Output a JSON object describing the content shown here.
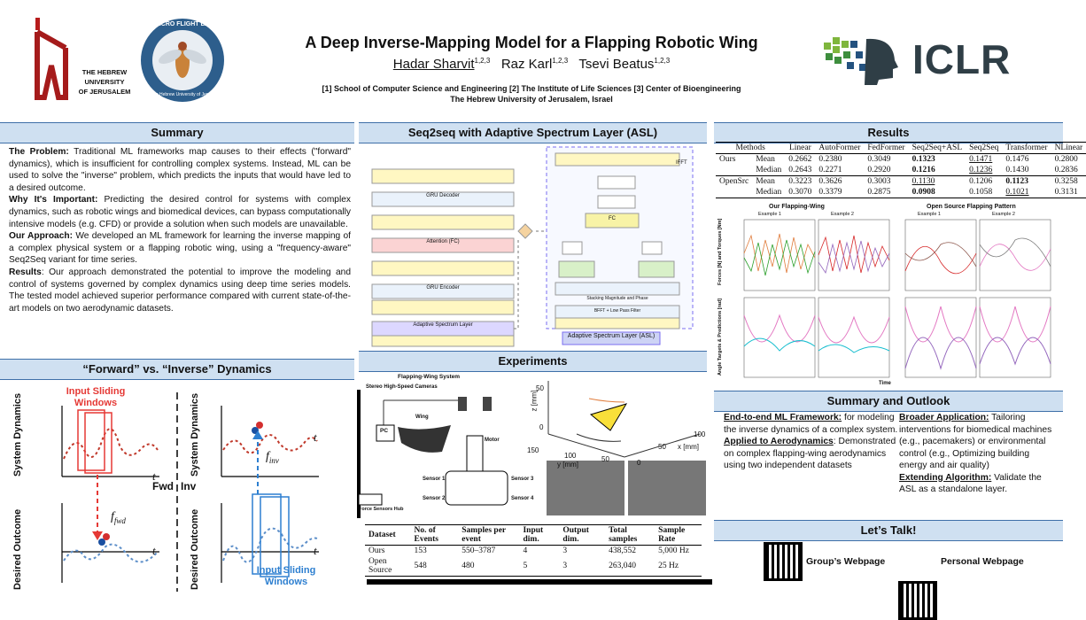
{
  "header": {
    "title": "A Deep Inverse-Mapping Model for a Flapping Robotic Wing",
    "author1": "Hadar Sharvit",
    "author1_sup": "1,2,3",
    "author2": "Raz Karl",
    "author2_sup": "1,2,3",
    "author3": "Tsevi Beatus",
    "author3_sup": "1,2,3",
    "affiliations": "[1] School of Computer Science and Engineering [2] The Institute of Life Sciences [3] Center of Bioengineering",
    "university": "The Hebrew University of Jerusalem, Israel",
    "huji_lines": [
      "THE HEBREW",
      "UNIVERSITY",
      "OF JERUSALEM"
    ],
    "mfl_text": "MICRO FLIGHT LAB",
    "mfl_sub": "The Hebrew University of Jerusalem",
    "iclr": "ICLR"
  },
  "summary": {
    "heading": "Summary",
    "p1_label": "The Problem:",
    "p1_text": " Traditional ML frameworks map causes to their effects (\"forward\" dynamics), which is insufficient for controlling complex systems. Instead, ML can be used to solve the \"inverse\" problem, which predicts the inputs that would have led to a desired outcome.",
    "p2_label": "Why It's Important:",
    "p2_text": " Predicting the desired control for systems with complex dynamics, such as robotic wings and biomedical devices, can bypass computationally intensive models (e.g. CFD) or provide a solution when such models are unavailable.",
    "p3_label": "Our Approach:",
    "p3_text": " We developed an ML framework for learning the inverse mapping of a complex physical system or a flapping robotic wing, using a \"frequency-aware\" Seq2Seq variant for time series.",
    "p4_label": "Results",
    "p4_text": ": Our approach demonstrated the potential to improve the modeling and control of systems governed by complex dynamics using deep time series models. The tested model achieved superior performance compared with current state-of-the-art models on two aerodynamic datasets."
  },
  "fwd": {
    "heading": "“Forward” vs. “Inverse” Dynamics",
    "in_win_1": "Input Sliding",
    "in_win_2": "Windows",
    "ylab_top": "System Dynamics",
    "ylab_bot": "Desired Outcome",
    "f_fwd": "f",
    "f_fwd_sub": "fwd",
    "f_inv": "f",
    "f_inv_sub": "inv",
    "t": "t",
    "fwd": "Fwd",
    "inv": "Inv"
  },
  "arch": {
    "heading": "Seq2seq with Adaptive Spectrum Layer (ASL)",
    "gru_dec": "GRU Decoder",
    "attn": "Attention (FC)",
    "gru_enc": "GRU Encoder",
    "asl": "Adaptive Spectrum Layer",
    "asl_caption": "Adaptive Spectrum Layer (ASL)",
    "fc": "FC",
    "stack": "Stacking Magnitude and Phase",
    "ifft": "IFFT",
    "bfft": "BFFT + Low Pass Filter"
  },
  "experiments": {
    "heading": "Experiments",
    "system": "Flapping-Wing System",
    "cameras": "Stereo High-Speed Cameras",
    "wing": "Wing",
    "pc": "PC",
    "motor": "Motor",
    "s1": "Sensor 1",
    "s2": "Sensor 2",
    "s3": "Sensor 3",
    "s4": "Sensor 4",
    "hub": "Force Sensors Hub",
    "z_label": "z [mm]",
    "y_label": "y [mm]",
    "x_label": "x [mm]",
    "z_ticks": [
      "50",
      "0"
    ],
    "y_ticks": [
      "150",
      "100",
      "50",
      "0"
    ],
    "x_ticks": [
      "100",
      "50"
    ],
    "table": {
      "headers": [
        "Dataset",
        "No. of Events",
        "Samples per event",
        "Input dim.",
        "Output dim.",
        "Total samples",
        "Sample Rate"
      ],
      "rows": [
        [
          "Ours",
          "153",
          "550–3787",
          "4",
          "3",
          "438,552",
          "5,000 Hz"
        ],
        [
          "Open Source",
          "548",
          "480",
          "5",
          "3",
          "263,040",
          "25 Hz"
        ]
      ]
    }
  },
  "results": {
    "heading": "Results",
    "headers": [
      "Methods",
      "Linear",
      "AutoFormer",
      "FedFormer",
      "Seq2Seq+ASL",
      "Seq2Seq",
      "Transformer",
      "NLinear"
    ],
    "rows": [
      [
        "Ours",
        "Mean",
        "0.2662",
        "0.2380",
        "0.3049",
        "0.1323",
        "0.1471",
        "0.1476",
        "0.2800"
      ],
      [
        "",
        "Median",
        "0.2643",
        "0.2271",
        "0.2920",
        "0.1216",
        "0.1236",
        "0.1430",
        "0.2836"
      ],
      [
        "OpenSrc",
        "Mean",
        "0.3223",
        "0.3626",
        "0.3003",
        "0.1130",
        "0.1206",
        "0.1123",
        "0.3258"
      ],
      [
        "",
        "Median",
        "0.3070",
        "0.3379",
        "0.2875",
        "0.0908",
        "0.1058",
        "0.1021",
        "0.3131"
      ]
    ],
    "plot_left_title": "Our Flapping-Wing",
    "plot_right_title": "Open Source Flapping Pattern",
    "ex1": "Example 1",
    "ex2": "Example 2",
    "ylab1": "Forces [N] and Torques [Nm]",
    "ylab2": "Angle Targets & Predictions [rad]",
    "time": "Time"
  },
  "outlook": {
    "heading": "Summary and Outlook",
    "l1_label": "End-to-end ML Framework:",
    "l1_text": " for modeling the inverse dynamics of a complex system.",
    "l2_label": "Applied to  Aerodynamics",
    "l2_text": ": Demonstrated on complex flapping-wing aerodynamics using  two independent datasets",
    "r1_label": "Broader Application:",
    "r1_text": " Tailoring interventions for biomedical machines (e.g., pacemakers) or environmental control (e.g., Optimizing building energy and air quality)",
    "r2_label": "Extending Algorithm:",
    "r2_text": " Validate the ASL as a  standalone layer."
  },
  "talk": {
    "heading": "Let’s Talk!",
    "group": "Group’s Webpage",
    "personal": "Personal Webpage"
  }
}
